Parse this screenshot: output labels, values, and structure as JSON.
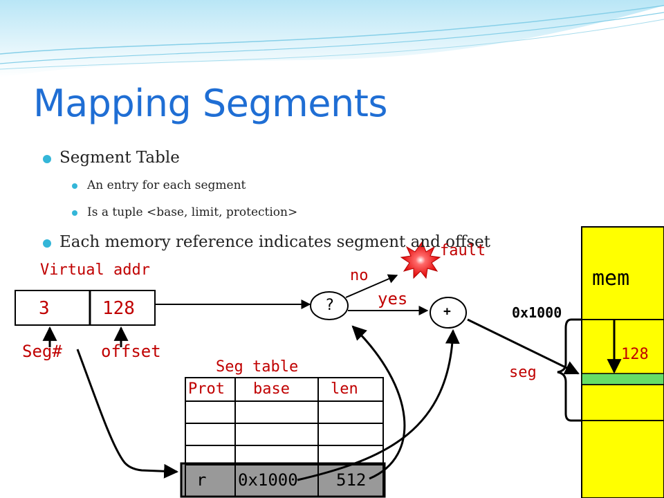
{
  "slide": {
    "title": "Mapping Segments",
    "bullets": [
      {
        "text": "Segment Table",
        "sub": [
          "An entry for each segment",
          "Is a tuple <base, limit, protection>"
        ]
      },
      {
        "text": "Each memory reference indicates segment and offset",
        "sub": []
      }
    ]
  },
  "diagram": {
    "virtual_addr_label": "Virtual addr",
    "seg_value": "3",
    "offset_value": "128",
    "seg_num_label": "Seg#",
    "offset_label": "offset",
    "seg_table_label": "Seg table",
    "table_headers": [
      "Prot",
      "base",
      "len"
    ],
    "highlight_row": [
      "r",
      "0x1000",
      "512"
    ],
    "check_symbol": "?",
    "no_label": "no",
    "yes_label": "yes",
    "fault_label": "fault",
    "adder_symbol": "+",
    "mem_label": "mem",
    "base_addr_label": "0x1000",
    "offset_in_mem": "128",
    "seg_label": "seg",
    "colors": {
      "title": "#1f6ed4",
      "bullet": "#34b6d8",
      "annotation": "#c00000",
      "memory": "#ffff00",
      "segment_marker": "#66dd66",
      "highlight_row": "#999999",
      "burst": "#ff1a1a"
    }
  }
}
